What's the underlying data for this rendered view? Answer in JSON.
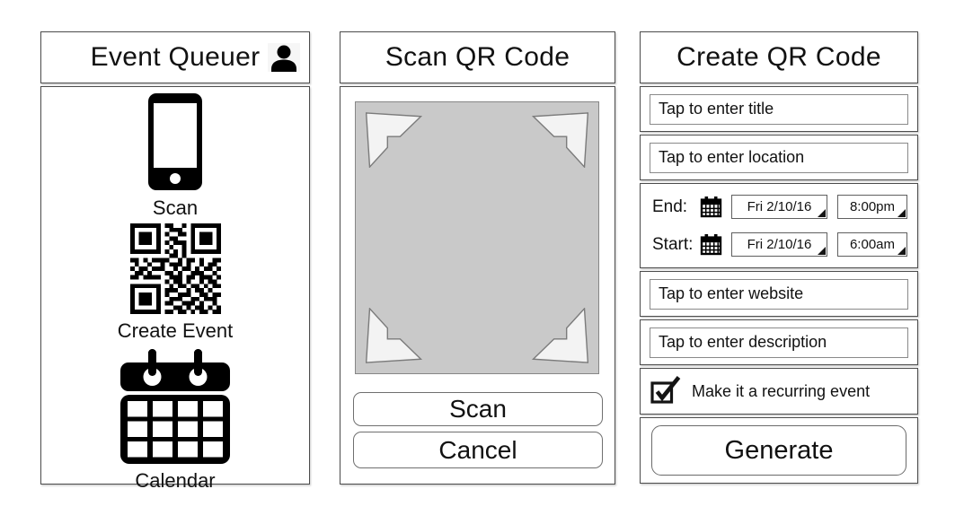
{
  "home": {
    "title": "Event Queuer",
    "items": [
      {
        "icon": "phone-icon",
        "label": "Scan"
      },
      {
        "icon": "qr-code-icon",
        "label": "Create Event"
      },
      {
        "icon": "calendar-icon",
        "label": "Calendar"
      }
    ]
  },
  "scan": {
    "title": "Scan QR Code",
    "scan_button": "Scan",
    "cancel_button": "Cancel"
  },
  "create": {
    "title": "Create QR Code",
    "title_placeholder": "Tap to enter title",
    "location_placeholder": "Tap to enter location",
    "website_placeholder": "Tap to enter website",
    "description_placeholder": "Tap to enter description",
    "end_label": "End:",
    "end_date": "Fri 2/10/16",
    "end_time": "8:00pm",
    "start_label": "Start:",
    "start_date": "Fri 2/10/16",
    "start_time": "6:00am",
    "recurring_checked": true,
    "recurring_label": "Make it a recurring event",
    "generate_button": "Generate"
  },
  "colors": {
    "text": "#111111",
    "panel_border": "#4c4c4c",
    "input_border": "#8a8a8a",
    "viewfinder_bg": "#c9c9c9",
    "viewfinder_border": "#868686",
    "bracket_fill": "#f3f3f3",
    "icon_black": "#000000"
  },
  "qr_matrix": [
    "111111101100101111111",
    "100000100111001000001",
    "101110101001101011101",
    "101110100110001011101",
    "101110101011101011101",
    "100000100100101000001",
    "111111101010101111111",
    "000000000110100000000",
    "110101111001011010011",
    "010010010111010010110",
    "101101110010110101101",
    "011010001101001110010",
    "110111100111011011101",
    "000000001011010010110",
    "111111100101101101011",
    "100000101110010110100",
    "101110101001110011011",
    "101110100111001101110",
    "101110101100111010010",
    "100000100011010110101",
    "111111101101101011011"
  ]
}
